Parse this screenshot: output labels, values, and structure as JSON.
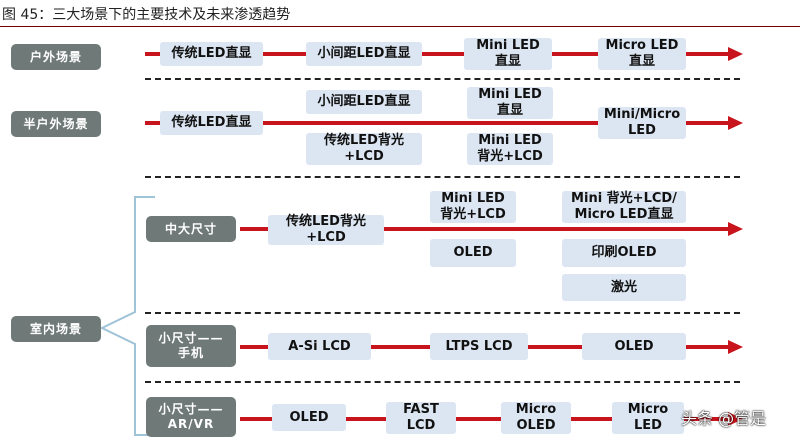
{
  "title": "图 45：三大场景下的主要技术及未来渗透趋势",
  "scenes": {
    "outdoor": {
      "label": "户外场景",
      "tech": [
        "传统LED直显",
        "小间距LED直显",
        "Mini LED\n直显",
        "Micro LED\n直显"
      ]
    },
    "semi_outdoor": {
      "label": "半户外场景",
      "tech": [
        "传统LED直显",
        "小间距LED直显",
        "传统LED背光\n+LCD",
        "Mini LED\n直显",
        "Mini LED\n背光+LCD",
        "Mini/Micro\nLED"
      ]
    },
    "indoor": {
      "label": "室内场景",
      "large": {
        "label": "中大尺寸",
        "tech": [
          "传统LED背光\n+LCD",
          "Mini LED\n背光+LCD",
          "OLED",
          "Mini 背光+LCD/\nMicro LED直显",
          "印刷OLED",
          "激光"
        ]
      },
      "phone": {
        "label": "小尺寸——\n手机",
        "tech": [
          "A-Si LCD",
          "LTPS LCD",
          "OLED"
        ]
      },
      "arvr": {
        "label": "小尺寸——\nAR/VR",
        "tech": [
          "OLED",
          "FAST\nLCD",
          "Micro\nOLED",
          "Micro\nLED"
        ]
      }
    }
  },
  "colors": {
    "arrow": "#c8141c",
    "tech_box": "#dce6f2",
    "category_box": "#6f7a78",
    "bracket": "#9fc4d8"
  },
  "watermark": "头条 @管是"
}
